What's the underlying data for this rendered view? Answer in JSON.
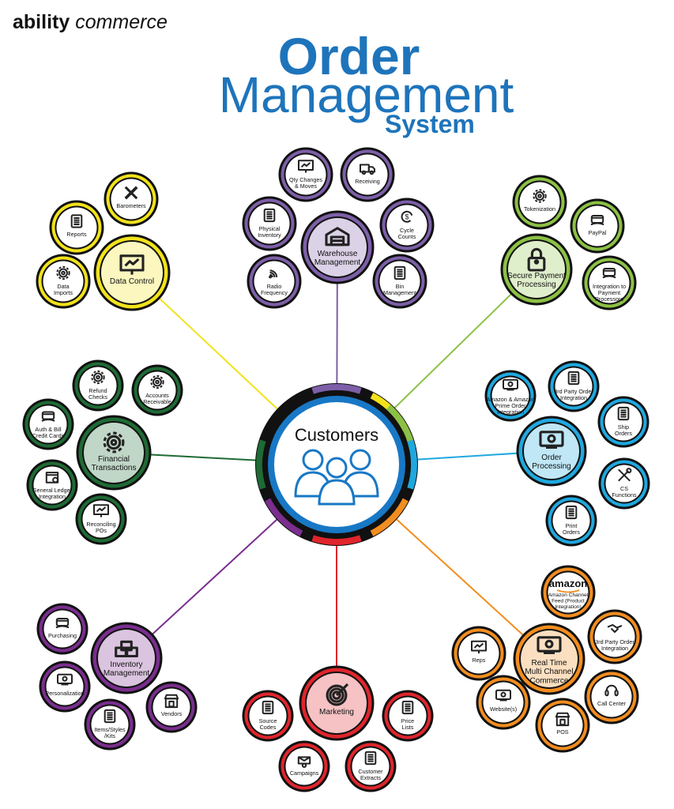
{
  "brand": {
    "bold": "ability",
    "italic": "commerce"
  },
  "title": {
    "line1": "Order",
    "line2": "Management",
    "line3": "System"
  },
  "center": {
    "label": "Customers"
  },
  "groups": [
    {
      "id": "data-control",
      "label": [
        "Data Control"
      ],
      "color": "#f2e21b",
      "icon": "presentation-chart-icon",
      "satellites": [
        {
          "label": [
            "Barometers"
          ],
          "icon": "ruler-pencil-icon"
        },
        {
          "label": [
            "Reports"
          ],
          "icon": "report-icon"
        },
        {
          "label": [
            "Data",
            "Imports"
          ],
          "icon": "cloud-gear-icon"
        }
      ]
    },
    {
      "id": "warehouse-management",
      "label": [
        "Warehouse",
        "Management"
      ],
      "color": "#7d5fa8",
      "icon": "warehouse-icon",
      "satellites": [
        {
          "label": [
            "Qty Changes",
            "& Moves"
          ],
          "icon": "board-chart-icon"
        },
        {
          "label": [
            "Receiving"
          ],
          "icon": "truck-icon"
        },
        {
          "label": [
            "Physical",
            "Inventory"
          ],
          "icon": "clipboard-check-icon"
        },
        {
          "label": [
            "Cycle",
            "Counts"
          ],
          "icon": "dollar-cycle-icon"
        },
        {
          "label": [
            "Radio",
            "Frequency"
          ],
          "icon": "signal-icon"
        },
        {
          "label": [
            "Bin",
            "Management"
          ],
          "icon": "bin-grid-icon"
        }
      ]
    },
    {
      "id": "secure-payment",
      "label": [
        "Secure Payment",
        "Processing"
      ],
      "color": "#8cc145",
      "icon": "lock-icon",
      "satellites": [
        {
          "label": [
            "Tokenization"
          ],
          "icon": "gear-dollar-icon"
        },
        {
          "label": [
            "PayPal"
          ],
          "icon": "wallet-icon"
        },
        {
          "label": [
            "Integration to",
            "Payment",
            "Processors"
          ],
          "icon": "payment-card-icon"
        }
      ]
    },
    {
      "id": "order-processing",
      "label": [
        "Order",
        "Processing"
      ],
      "color": "#1fa8df",
      "icon": "monitor-gear-icon",
      "satellites": [
        {
          "label": [
            "Amazon & Amazon",
            "Prime Order",
            "Integration"
          ],
          "icon": "share-monitor-icon"
        },
        {
          "label": [
            "3rd Party Order",
            "Integration"
          ],
          "icon": "browser-window-icon"
        },
        {
          "label": [
            "Ship",
            "Orders"
          ],
          "icon": "box-pin-icon"
        },
        {
          "label": [
            "CS",
            "Functions"
          ],
          "icon": "tools-icon"
        },
        {
          "label": [
            "Print",
            "Orders"
          ],
          "icon": "document-pen-icon"
        }
      ]
    },
    {
      "id": "real-time-commerce",
      "label": [
        "Real Time",
        "Multi Channel",
        "Commerce"
      ],
      "color": "#f28d1f",
      "icon": "monitor-arrows-icon",
      "satellites": [
        {
          "label": [
            "Amazon Channel",
            "Feed (Product",
            "Integration)"
          ],
          "icon": "amazon-logo-icon",
          "logo": "amazon"
        },
        {
          "label": [
            "3rd Party Order",
            "Integration"
          ],
          "icon": "handshake-icon"
        },
        {
          "label": [
            "Call Center"
          ],
          "icon": "headset-icon"
        },
        {
          "label": [
            "POS"
          ],
          "icon": "cash-register-icon"
        },
        {
          "label": [
            "Website(s)"
          ],
          "icon": "website-icon"
        },
        {
          "label": [
            "Reps"
          ],
          "icon": "presenter-icon"
        }
      ]
    },
    {
      "id": "marketing",
      "label": [
        "Marketing"
      ],
      "color": "#e0252c",
      "icon": "target-icon",
      "satellites": [
        {
          "label": [
            "Source",
            "Codes"
          ],
          "icon": "code-window-icon"
        },
        {
          "label": [
            "Price",
            "Lists"
          ],
          "icon": "price-list-icon"
        },
        {
          "label": [
            "Customer",
            "Extracts"
          ],
          "icon": "extract-docs-icon"
        },
        {
          "label": [
            "Campaigns"
          ],
          "icon": "email-megaphone-icon"
        }
      ]
    },
    {
      "id": "inventory-management",
      "label": [
        "Inventory",
        "Management"
      ],
      "color": "#7a2e8e",
      "icon": "boxes-icon",
      "satellites": [
        {
          "label": [
            "Purchasing"
          ],
          "icon": "hand-card-icon"
        },
        {
          "label": [
            "Personalization"
          ],
          "icon": "monitor-cart-icon"
        },
        {
          "label": [
            "Items/Styles",
            "/Kits"
          ],
          "icon": "catalog-icon"
        },
        {
          "label": [
            "Vendors"
          ],
          "icon": "storefront-icon"
        }
      ]
    },
    {
      "id": "financial-transactions",
      "label": [
        "Financial",
        "Transactions"
      ],
      "color": "#1e6b35",
      "icon": "finance-gear-icon",
      "satellites": [
        {
          "label": [
            "Refund",
            "Checks"
          ],
          "icon": "gear-dollar-icon"
        },
        {
          "label": [
            "Accounts",
            "Receivable"
          ],
          "icon": "gears-icon"
        },
        {
          "label": [
            "Auth & Bill",
            "Credit Cards"
          ],
          "icon": "shield-card-icon"
        },
        {
          "label": [
            "General Ledger",
            "Integration"
          ],
          "icon": "calendar-icon"
        },
        {
          "label": [
            "Reconciling",
            "POs"
          ],
          "icon": "easel-chart-icon"
        }
      ]
    }
  ]
}
